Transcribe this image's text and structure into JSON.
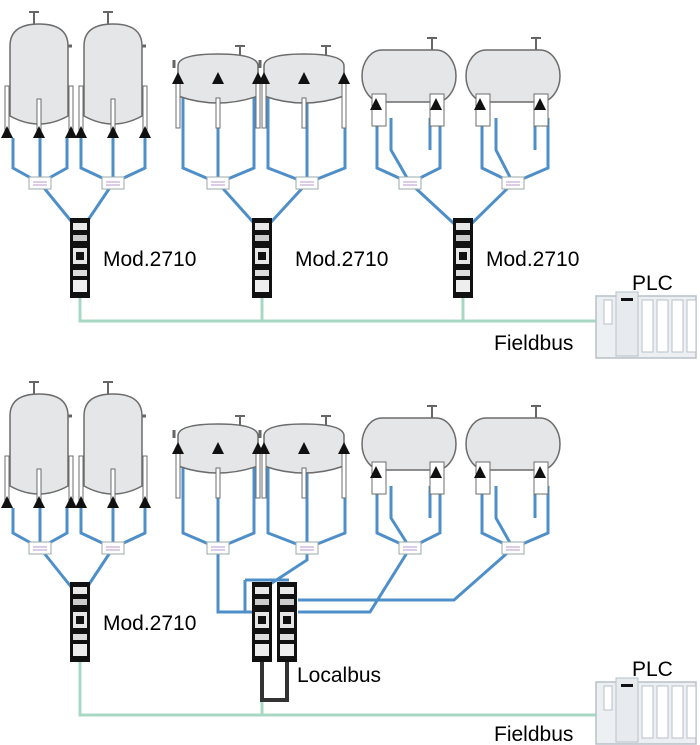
{
  "labels": {
    "module": "Mod.2710",
    "plc": "PLC",
    "fieldbus": "Fieldbus",
    "localbus": "Localbus"
  },
  "colors": {
    "signal_line": "#4f8fc9",
    "fieldbus_line": "#a8d8c4",
    "tank_fill": "#e4e6e8",
    "tank_stroke": "#6c6c6c",
    "localbus_link": "#333333"
  },
  "sections": [
    {
      "name": "separate-modules",
      "modules": [
        "Mod.2710",
        "Mod.2710",
        "Mod.2710"
      ],
      "bus": "Fieldbus",
      "controller": "PLC"
    },
    {
      "name": "localbus-modules",
      "modules": [
        "Mod.2710"
      ],
      "module_pair_link": "Localbus",
      "bus": "Fieldbus",
      "controller": "PLC"
    }
  ]
}
